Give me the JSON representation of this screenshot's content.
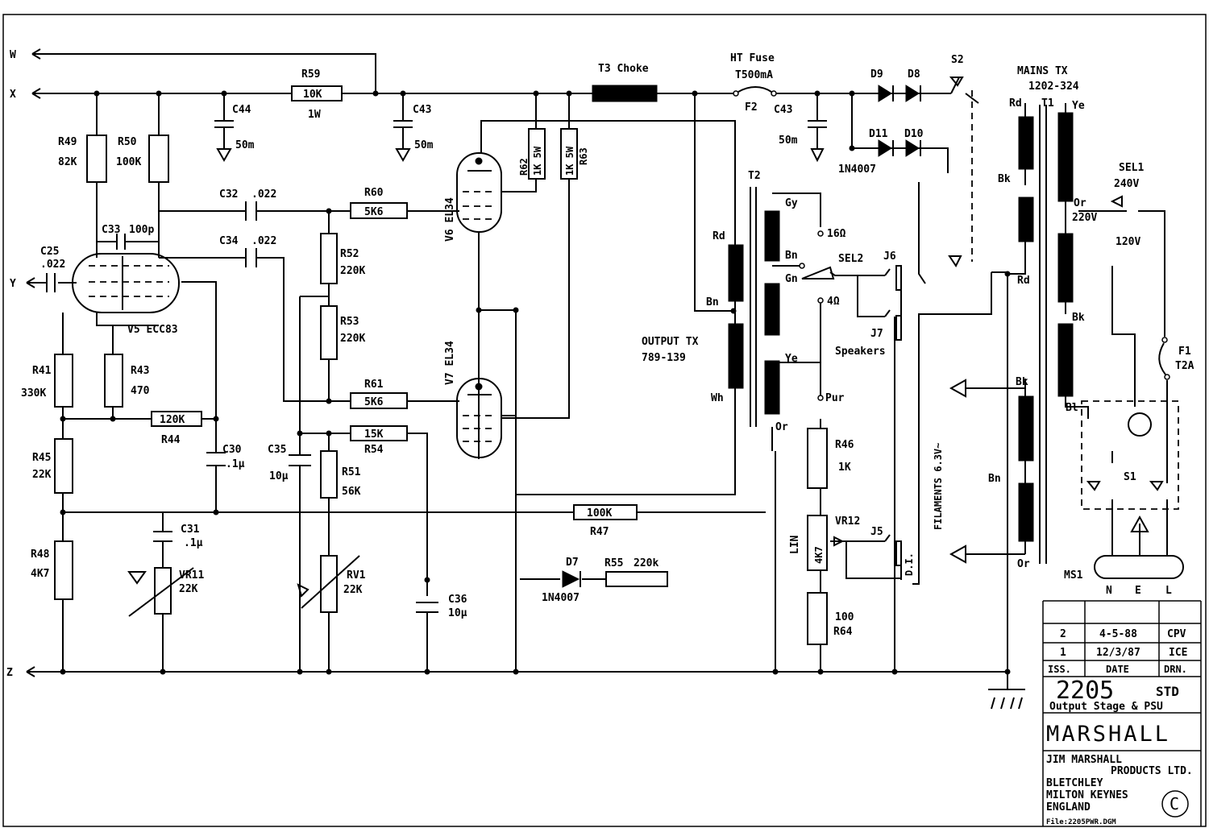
{
  "nets": {
    "W": "W",
    "X": "X",
    "Y": "Y",
    "Z": "Z"
  },
  "resistors": {
    "R59": {
      "ref": "R59",
      "val": "10K",
      "note": "1W"
    },
    "R49": {
      "ref": "R49",
      "val": "82K"
    },
    "R50": {
      "ref": "R50",
      "val": "100K"
    },
    "R60": {
      "ref": "R60",
      "val": "5K6"
    },
    "R61": {
      "ref": "R61",
      "val": "5K6"
    },
    "R52": {
      "ref": "R52",
      "val": "220K"
    },
    "R53": {
      "ref": "R53",
      "val": "220K"
    },
    "R62": {
      "ref": "R62",
      "val": "1K 5W"
    },
    "R63": {
      "ref": "R63",
      "val": "1K 5W"
    },
    "R41": {
      "ref": "R41",
      "val": "330K"
    },
    "R43": {
      "ref": "R43",
      "val": "470"
    },
    "R44": {
      "ref": "R44",
      "val": "120K"
    },
    "R45": {
      "ref": "R45",
      "val": "22K"
    },
    "R48": {
      "ref": "R48",
      "val": "4K7"
    },
    "R54": {
      "ref": "R54",
      "val": "15K"
    },
    "R51": {
      "ref": "R51",
      "val": "56K"
    },
    "R47": {
      "ref": "R47",
      "val": "100K"
    },
    "R55": {
      "ref": "R55",
      "val": "220k"
    },
    "R46": {
      "ref": "R46",
      "val": "1K"
    },
    "R64": {
      "ref": "R64",
      "val": "100"
    }
  },
  "caps": {
    "C44": {
      "ref": "C44",
      "val": "50m"
    },
    "C43a": {
      "ref": "C43",
      "val": "50m"
    },
    "C43b": {
      "ref": "C43",
      "val": "50m"
    },
    "C32": {
      "ref": "C32",
      "val": ".022"
    },
    "C34": {
      "ref": "C34",
      "val": ".022"
    },
    "C33": {
      "ref": "C33",
      "val": "100p"
    },
    "C25": {
      "ref": "C25",
      "val": ".022"
    },
    "C30": {
      "ref": "C30",
      "val": ".1µ"
    },
    "C35": {
      "ref": "C35",
      "val": "10µ"
    },
    "C31": {
      "ref": "C31",
      "val": ".1µ"
    },
    "C36": {
      "ref": "C36",
      "val": "10µ"
    }
  },
  "pots": {
    "VR11": {
      "ref": "VR11",
      "val": "22K"
    },
    "RV1": {
      "ref": "RV1",
      "val": "22K"
    },
    "VR12": {
      "ref": "VR12",
      "val": "4K7",
      "note": "LIN"
    }
  },
  "valves": {
    "V5": "V5 ECC83",
    "V6": "V6 EL34",
    "V7": "V7 EL34"
  },
  "diodes": {
    "D9": "D9",
    "D8": "D8",
    "D11": "D11",
    "D10": "D10",
    "D7": "D7",
    "type_d7": "1N4007",
    "type_d10": "1N4007"
  },
  "choke": {
    "label": "T3 Choke"
  },
  "fuse_ht": {
    "title": "HT Fuse",
    "val": "T500mA",
    "ref": "F2"
  },
  "output_tx": {
    "ref": "T2",
    "title": "OUTPUT TX",
    "part": "789-139",
    "rd": "Rd",
    "bn": "Bn",
    "wh": "Wh",
    "gy": "Gy",
    "bn2": "Bn",
    "gn": "Gn",
    "ye": "Ye",
    "or": "Or",
    "pur": "Pur",
    "o16": "16Ω",
    "o4": "4Ω"
  },
  "switches": {
    "sel2": "SEL2",
    "j6": "J6",
    "j7": "J7",
    "speakers": "Speakers",
    "j5": "J5",
    "di": "D.I.",
    "s2": "S2",
    "sel1": "SEL1",
    "v240": "240V",
    "v220": "220V",
    "v120": "120V",
    "s1": "S1",
    "ms1": "MS1",
    "n": "N",
    "e": "E",
    "l": "L"
  },
  "mains_tx": {
    "title": "MAINS TX",
    "part": "1202-324",
    "ref": "T1",
    "rd": "Rd",
    "bk": "Bk",
    "rd2": "Rd",
    "ye": "Ye",
    "or": "Or",
    "bk2": "Bk",
    "bl": "Bl",
    "bk3": "Bk",
    "bn": "Bn",
    "or2": "Or"
  },
  "fuse_mains": {
    "ref": "F1",
    "val": "T2A"
  },
  "filaments": "FILAMENTS 6.3V~",
  "title_block": {
    "rows": [
      {
        "iss": "2",
        "date": "4-5-88",
        "drn": "CPV"
      },
      {
        "iss": "1",
        "date": "12/3/87",
        "drn": "ICE"
      }
    ],
    "hdr_iss": "ISS.",
    "hdr_date": "DATE",
    "hdr_drn": "DRN.",
    "model": "2205",
    "std": "STD",
    "subtitle": "Output Stage & PSU",
    "brand": "MARSHALL",
    "company1": "JIM MARSHALL",
    "company2": "PRODUCTS LTD.",
    "addr1": "BLETCHLEY",
    "addr2": "MILTON KEYNES",
    "addr3": "ENGLAND",
    "file": "File:2205PWR.DGM",
    "copyright": "C"
  }
}
